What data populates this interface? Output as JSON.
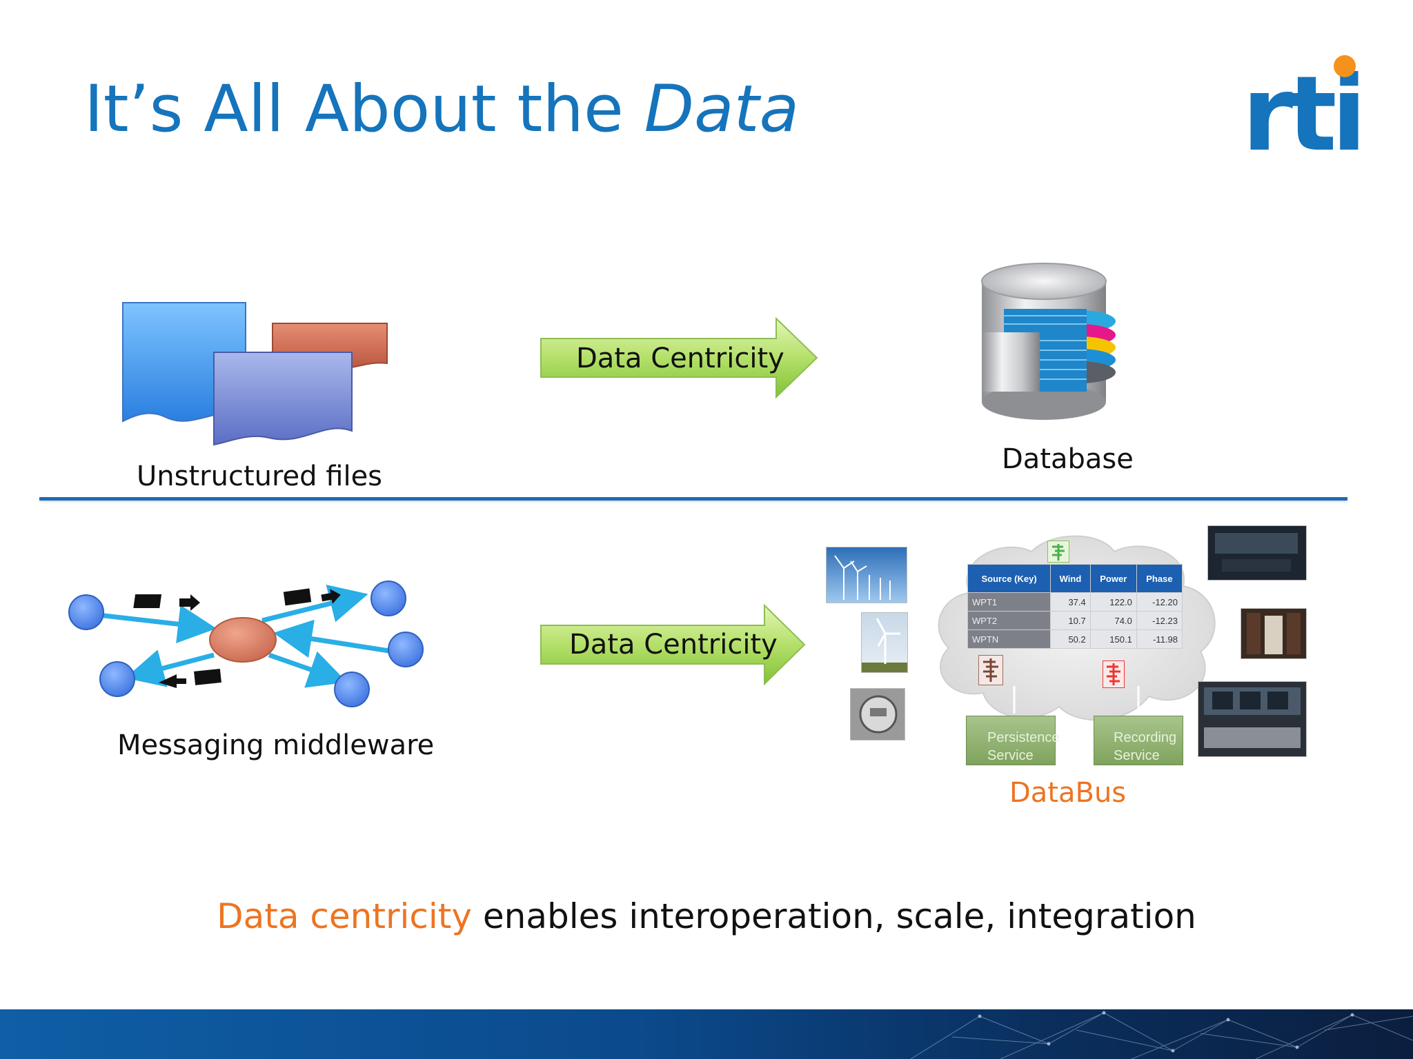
{
  "slide": {
    "title_main": "It’s All About the ",
    "title_emphasis": "Data",
    "logo_text": "rti",
    "top_row": {
      "left_label": "Unstructured files",
      "arrow_label": "Data Centricity",
      "right_label": "Database"
    },
    "bottom_row": {
      "left_label": "Messaging middleware",
      "arrow_label": "Data Centricity",
      "right_label": "DataBus",
      "table": {
        "headers": [
          "Source (Key)",
          "Wind",
          "Power",
          "Phase"
        ],
        "rows": [
          [
            "WPT1",
            "37.4",
            "122.0",
            "-12.20"
          ],
          [
            "WPT2",
            "10.7",
            "74.0",
            "-12.23"
          ],
          [
            "WPTN",
            "50.2",
            "150.1",
            "-11.98"
          ]
        ]
      },
      "services": [
        {
          "line1": "Persistence",
          "line2": "Service"
        },
        {
          "line1": "Recording",
          "line2": "Service"
        }
      ]
    },
    "bottom_text": {
      "highlight": "Data centricity",
      "rest": " enables interoperation, scale, integration"
    },
    "colors": {
      "title_blue": "#1574bc",
      "highlight_orange": "#ed7422",
      "arrow_green": "#a4d65e",
      "divider_blue": "#1f6bb5"
    }
  }
}
